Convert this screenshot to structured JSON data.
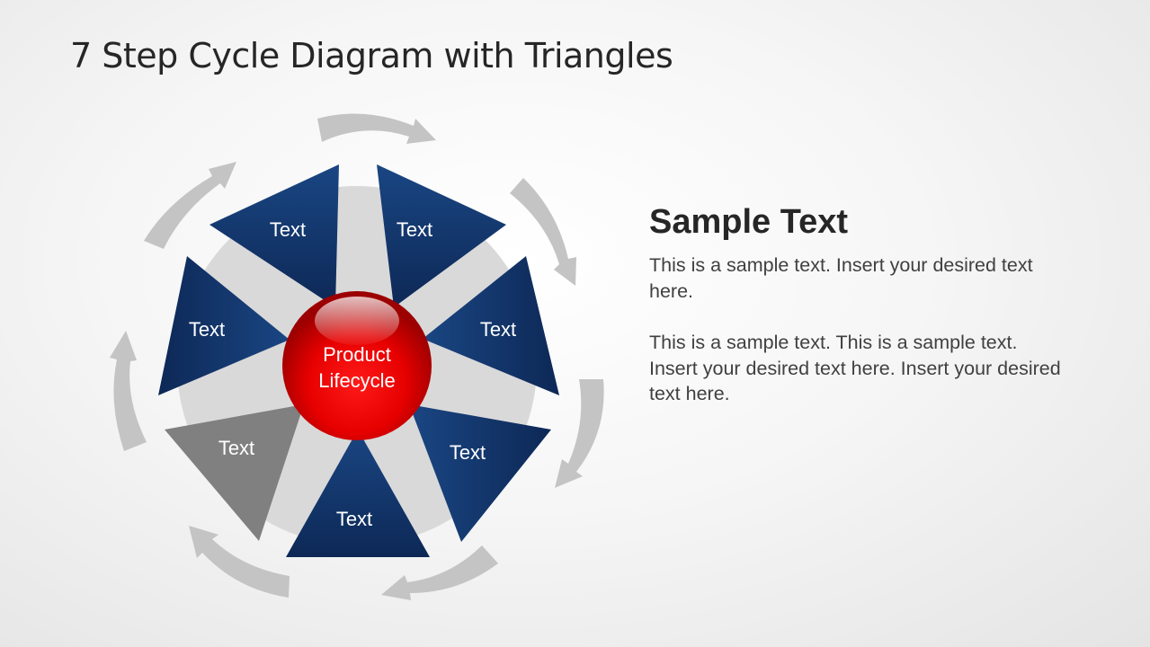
{
  "slide": {
    "title": "7 Step Cycle Diagram with Triangles"
  },
  "diagram": {
    "center": {
      "line1": "Product",
      "line2": "Lifecycle",
      "color": "#e00000"
    },
    "colors": {
      "triangle_primary": "#163d75",
      "triangle_highlight": "#808080",
      "ring": "#d9d9d9",
      "arrow": "#c4c4c4"
    },
    "steps": [
      {
        "label": "Text",
        "position": "top-left",
        "highlighted": false
      },
      {
        "label": "Text",
        "position": "top-right",
        "highlighted": false
      },
      {
        "label": "Text",
        "position": "right",
        "highlighted": false
      },
      {
        "label": "Text",
        "position": "lower-right",
        "highlighted": false
      },
      {
        "label": "Text",
        "position": "bottom",
        "highlighted": false
      },
      {
        "label": "Text",
        "position": "lower-left",
        "highlighted": true
      },
      {
        "label": "Text",
        "position": "left",
        "highlighted": false
      }
    ],
    "arrows": {
      "count": 7,
      "direction": "clockwise"
    }
  },
  "side_panel": {
    "heading": "Sample Text",
    "paragraphs": [
      "This is a sample text. Insert your desired text here.",
      "This is a sample text. This is a sample text.  Insert your desired text here. Insert your desired text here."
    ]
  }
}
